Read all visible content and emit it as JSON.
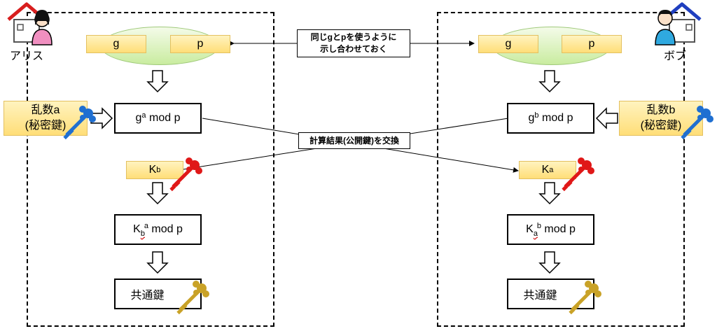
{
  "alice": {
    "name": "アリス",
    "g_label": "g",
    "p_label": "p",
    "secret_line1": "乱数a",
    "secret_line2": "(秘密鍵)",
    "pub_base": "g",
    "pub_exp": "a",
    "pub_rest": " mod p",
    "recv_base": "K",
    "recv_sub": "b",
    "calc_base": "K",
    "calc_sub": "b",
    "calc_exp": "a",
    "calc_rest": " mod p",
    "shared_key": "共通鍵"
  },
  "bob": {
    "name": "ボブ",
    "g_label": "g",
    "p_label": "p",
    "secret_line1": "乱数b",
    "secret_line2": "(秘密鍵)",
    "pub_base": "g",
    "pub_exp": "b",
    "pub_rest": " mod p",
    "recv_base": "K",
    "recv_sub": "a",
    "calc_base": "K",
    "calc_sub": "a",
    "calc_exp": "b",
    "calc_rest": " mod p",
    "shared_key": "共通鍵"
  },
  "notes": {
    "share_line1": "同じgとpを使うように",
    "share_line2": "示し合わせておく",
    "exchange": "計算結果(公開鍵)を交換"
  },
  "colors": {
    "secret_key": "#1f6fd1",
    "public_key": "#e01818",
    "shared_key": "#c9a227",
    "house_roof": "#d81e1e",
    "bob_roof": "#1f3fbf",
    "alice_shirt": "#f08fc0",
    "bob_shirt": "#2fa9e0"
  }
}
